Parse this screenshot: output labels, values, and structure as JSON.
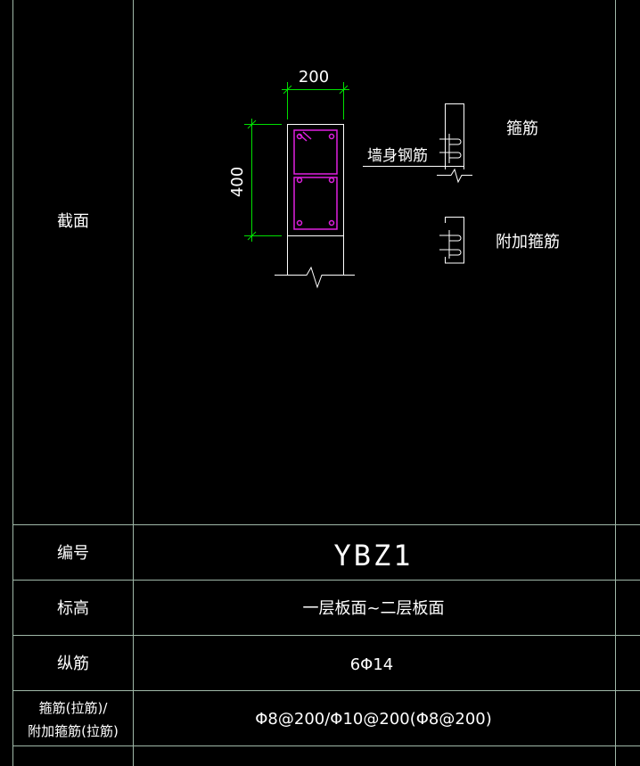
{
  "table": {
    "rows": [
      {
        "label": "截面"
      },
      {
        "label": "编号",
        "value": "YBZ1"
      },
      {
        "label": "标高",
        "value": "一层板面~二层板面"
      },
      {
        "label": "纵筋",
        "value": "6Φ14"
      },
      {
        "label_line1": "箍筋(拉筋)/",
        "label_line2": "附加箍筋(拉筋)",
        "value": "Φ8@200/Φ10@200(Φ8@200)"
      }
    ]
  },
  "section": {
    "width_dim": "200",
    "height_dim": "400"
  },
  "legend": {
    "wall_rebar": "墙身钢筋",
    "stirrup": "箍筋",
    "extra_stirrup": "附加箍筋"
  },
  "colors": {
    "background": "#000000",
    "grid_line": "#9fb8a8",
    "outline": "#ffffff",
    "dimension": "#00e000",
    "rebar": "#e020e0",
    "text": "#ffffff"
  }
}
